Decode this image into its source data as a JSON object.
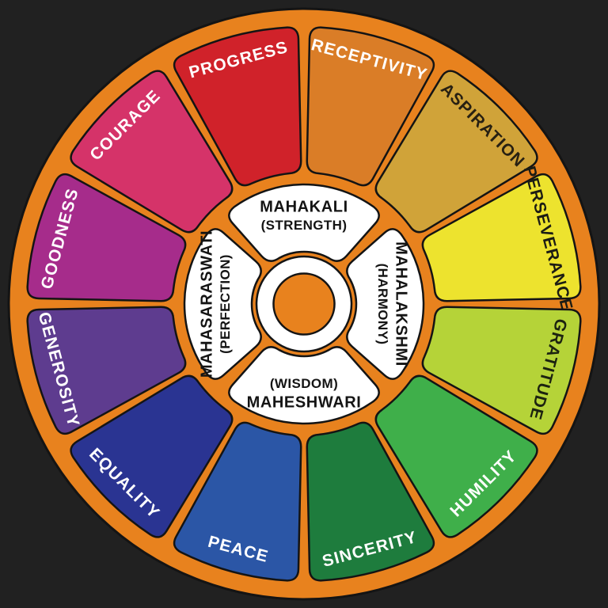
{
  "background": "#212121",
  "wheel": {
    "rim_color": "#E8821E",
    "outline_color": "#141414",
    "center_ring_color": "#FFFFFF",
    "inner_text_color": "#141414",
    "petals": [
      {
        "label": "RECEPTIVITY",
        "color": "#DA7D27",
        "text_color": "#FFFFFF"
      },
      {
        "label": "ASPIRATION",
        "color": "#D0A339",
        "text_color": "#272012"
      },
      {
        "label": "PERSEVERANCE",
        "color": "#EDE32E",
        "text_color": "#1C1C14"
      },
      {
        "label": "GRATITUDE",
        "color": "#B5D338",
        "text_color": "#1C2310"
      },
      {
        "label": "HUMILITY",
        "color": "#3FAF4A",
        "text_color": "#FFFFFF"
      },
      {
        "label": "SINCERITY",
        "color": "#1E7C3D",
        "text_color": "#FFFFFF"
      },
      {
        "label": "PEACE",
        "color": "#2B56A6",
        "text_color": "#FFFFFF"
      },
      {
        "label": "EQUALITY",
        "color": "#2A3492",
        "text_color": "#FFFFFF"
      },
      {
        "label": "GENEROSITY",
        "color": "#5E3C8F",
        "text_color": "#FFFFFF"
      },
      {
        "label": "GOODNESS",
        "color": "#A62C8B",
        "text_color": "#FFFFFF"
      },
      {
        "label": "COURAGE",
        "color": "#D53369",
        "text_color": "#FFFFFF"
      },
      {
        "label": "PROGRESS",
        "color": "#D0222A",
        "text_color": "#FFFFFF"
      }
    ],
    "powers": [
      {
        "name": "MAHAKALI",
        "attribute": "(STRENGTH)",
        "position": "top"
      },
      {
        "name": "MAHALAKSHMI",
        "attribute": "(HARMONY)",
        "position": "right"
      },
      {
        "name": "MAHESHWARI",
        "attribute": "(WISDOM)",
        "position": "bottom"
      },
      {
        "name": "MAHASARASWATI",
        "attribute": "(PERFECTION)",
        "position": "left"
      }
    ]
  }
}
